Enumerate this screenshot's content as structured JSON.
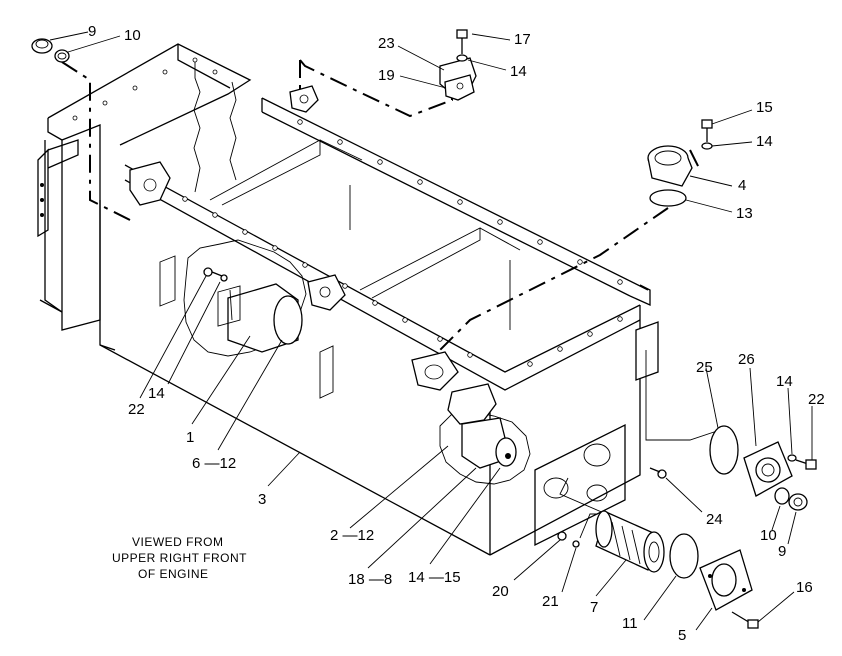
{
  "colors": {
    "ink": "#000000",
    "paper": "#ffffff"
  },
  "note": {
    "line1": "VIEWED FROM",
    "line2": "UPPER RIGHT FRONT",
    "line3": "OF ENGINE"
  },
  "callouts": {
    "c9_top": "9",
    "c10_top": "10",
    "c23": "23",
    "c17": "17",
    "c14_top": "14",
    "c19": "19",
    "c15": "15",
    "c14_right": "14",
    "c4": "4",
    "c13": "13",
    "c22_left": "22",
    "c14_left": "14",
    "c1": "1",
    "c6_12": "6 —12",
    "c3": "3",
    "c2_12": "2 —12",
    "c18_8": "18 —8",
    "c14_15": "14 —15",
    "c20": "20",
    "c21": "21",
    "c7": "7",
    "c11": "11",
    "c5": "5",
    "c16": "16",
    "c24": "24",
    "c25": "25",
    "c26": "26",
    "c14_cover": "14",
    "c22_right": "22",
    "c10_bottom": "10",
    "c9_bottom": "9"
  }
}
